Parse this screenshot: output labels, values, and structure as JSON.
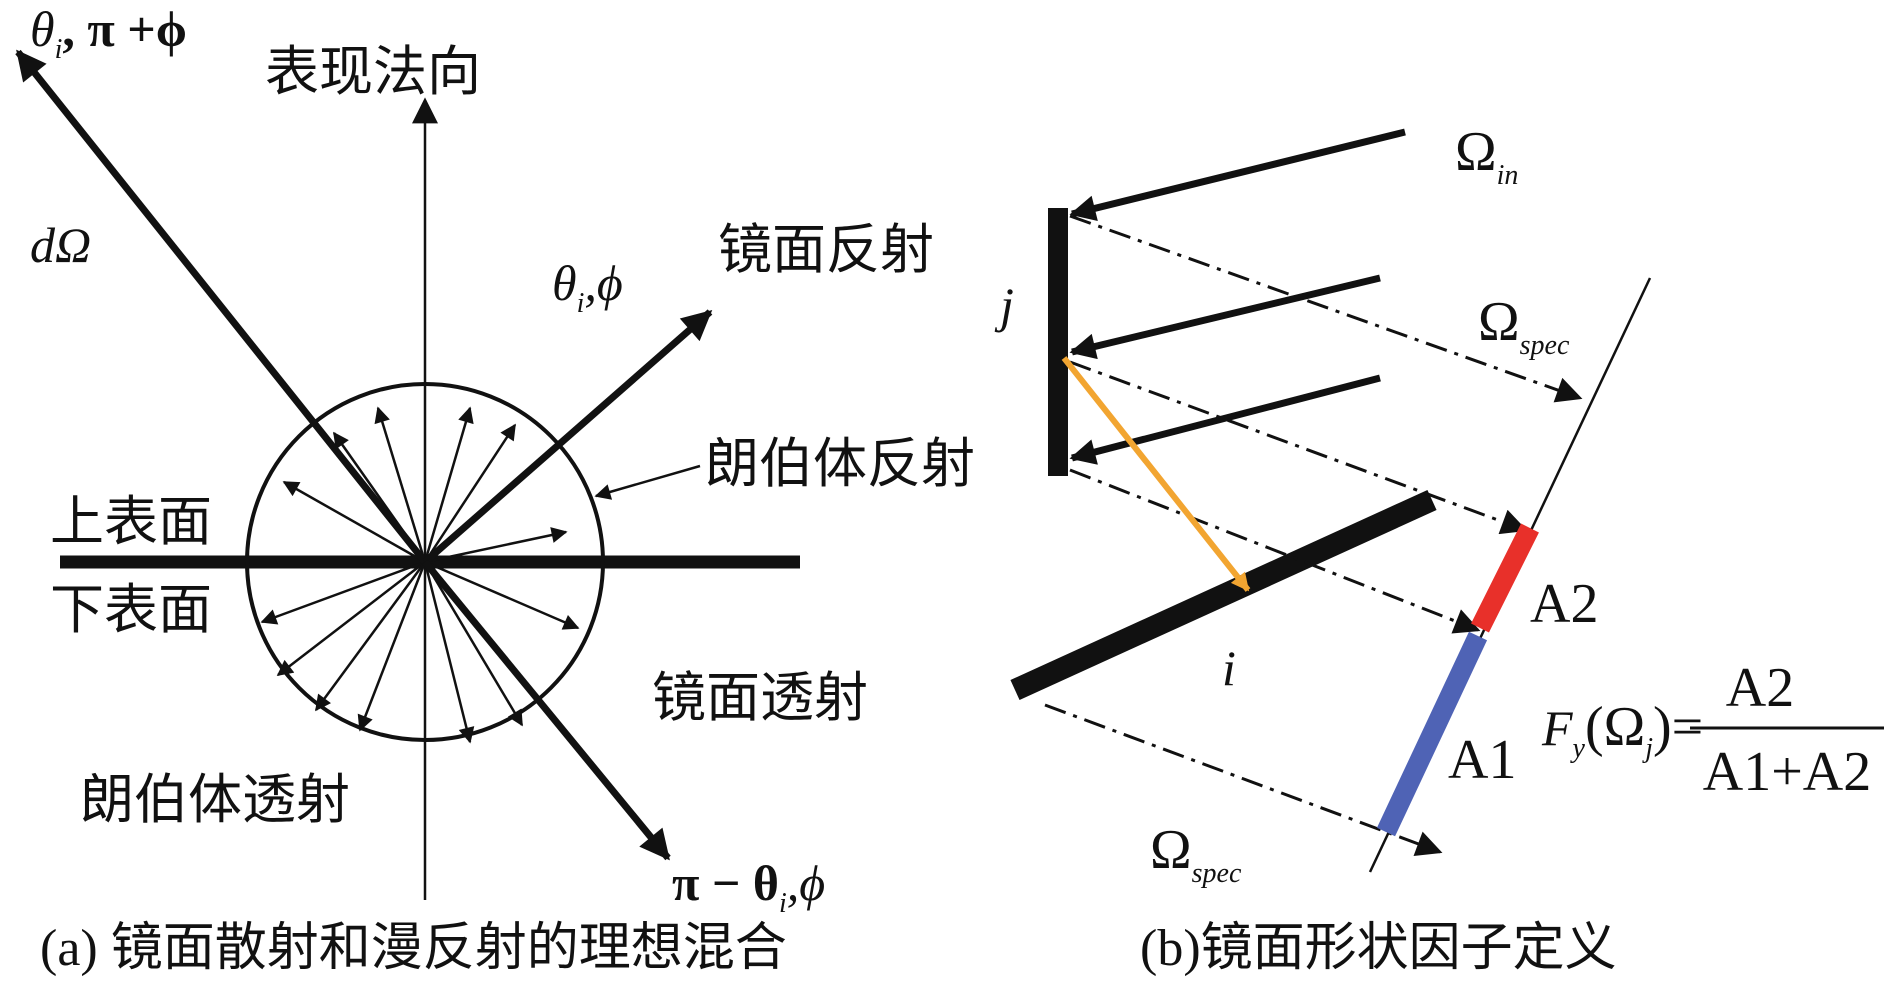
{
  "panel_a": {
    "surface_normal": "表现法向",
    "incident_label": "θ i, π +ϕ",
    "incident_label_main": "θ",
    "incident_label_sub": "i",
    "incident_label_rest": ", π +ϕ",
    "solid_angle": "dΩ",
    "specular_reflect_angle_main": "θ",
    "specular_reflect_angle_sub": "i",
    "specular_reflect_angle_rest": ",ϕ",
    "specular_reflection": "镜面反射",
    "lambert_reflection": "朗伯体反射",
    "upper_surface": "上表面",
    "lower_surface": "下表面",
    "specular_transmission": "镜面透射",
    "lambert_transmission": "朗伯体透射",
    "transmit_angle_main": "π − θ",
    "transmit_angle_sub": "i",
    "transmit_angle_rest": ",ϕ",
    "caption": "(a) 镜面散射和漫反射的理想混合"
  },
  "panel_b": {
    "omega_in_main": "Ω",
    "omega_in_sub": "in",
    "omega_spec_main": "Ω",
    "omega_spec_sub": "spec",
    "facet_j": "j",
    "facet_i": "i",
    "a2": "A2",
    "a1": "A1",
    "formula_lhs_f": "F",
    "formula_lhs_sub": "y",
    "formula_lhs_open": "(Ω",
    "formula_lhs_sub2": "j",
    "formula_lhs_close": ")=",
    "formula_num": "A2",
    "formula_den": "A1+A2",
    "caption": "(b)镜面形状因子定义"
  },
  "colors": {
    "line": "#111111",
    "a2_segment": "#e8302a",
    "a1_segment": "#4f63b5",
    "orange_arrow": "#f2a531"
  }
}
